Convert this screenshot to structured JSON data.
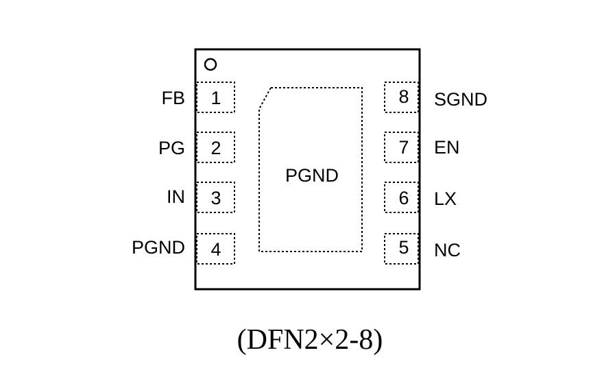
{
  "package": {
    "caption": "(DFN2×2-8)",
    "center_pad_label": "PGND",
    "pin1_marker": "pin-1-dot-icon"
  },
  "pins_left": [
    {
      "number": "1",
      "name": "FB"
    },
    {
      "number": "2",
      "name": "PG"
    },
    {
      "number": "3",
      "name": "IN"
    },
    {
      "number": "4",
      "name": "PGND"
    }
  ],
  "pins_right": [
    {
      "number": "8",
      "name": "SGND"
    },
    {
      "number": "7",
      "name": "EN"
    },
    {
      "number": "6",
      "name": "LX"
    },
    {
      "number": "5",
      "name": "NC"
    }
  ],
  "colors": {
    "line": "#000000",
    "background": "#ffffff"
  }
}
